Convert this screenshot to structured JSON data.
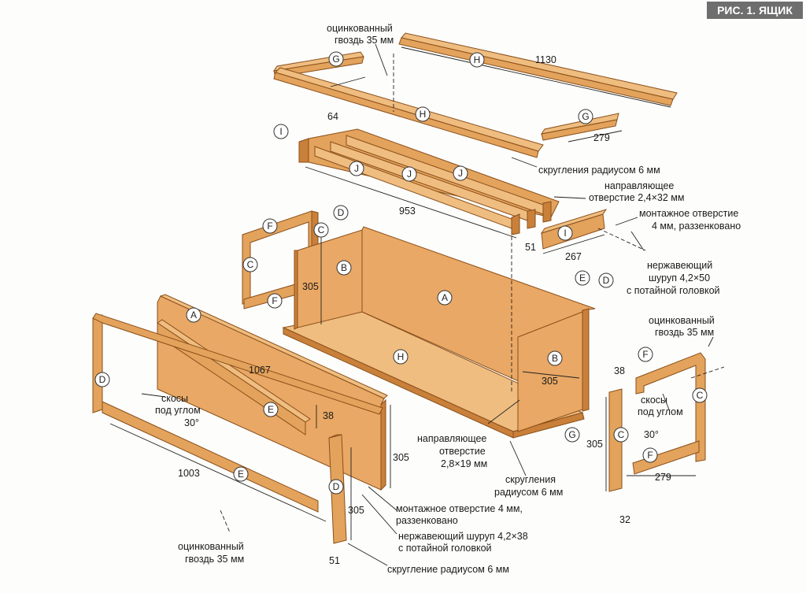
{
  "figure_title": "РИС. 1. ЯЩИК",
  "parts": {
    "A": "A",
    "B": "B",
    "C": "C",
    "D": "D",
    "E": "E",
    "F": "F",
    "G": "G",
    "H": "H",
    "I": "I",
    "J": "J"
  },
  "dimensions": {
    "d1130": "1130",
    "d64": "64",
    "d279_top": "279",
    "d953": "953",
    "d51_top": "51",
    "d267": "267",
    "d305_back": "305",
    "d305_side": "305",
    "d1067": "1067",
    "d38_front": "38",
    "d305_front": "305",
    "d305_leg": "305",
    "d1003": "1003",
    "d51_bottom": "51",
    "d38_right": "38",
    "d305_right": "305",
    "d279_right": "279",
    "d32": "32"
  },
  "labels": {
    "nail_top_1": "оцинкованный",
    "nail_top_2": "гвоздь 35 мм",
    "round_top": "скругления радиусом 6 мм",
    "pilot_top_1": "направляющее",
    "pilot_top_2": "отверстие 2,4×32 мм",
    "mount_top_1": "монтажное отверстие",
    "mount_top_2": "4 мм, раззенковано",
    "screw_top_1": "нержавеющий",
    "screw_top_2": "шуруп 4,2×50",
    "screw_top_3": "с потайной головкой",
    "nail_right_1": "оцинкованный",
    "nail_right_2": "гвоздь 35 мм",
    "bevel_left_1": "скосы",
    "bevel_left_2": "под углом",
    "bevel_left_3": "30°",
    "bevel_right_1": "скосы",
    "bevel_right_2": "под углом",
    "bevel_right_3": "30°",
    "pilot_bottom_1": "направляющее",
    "pilot_bottom_2": "отверстие",
    "pilot_bottom_3": "2,8×19 мм",
    "round_bottom_1": "скругления",
    "round_bottom_2": "радиусом 6 мм",
    "mount_bottom_1": "монтажное отверстие 4 мм,",
    "mount_bottom_2": "раззенковано",
    "screw_bottom_1": "нержавеющий шуруп 4,2×38",
    "screw_bottom_2": "с потайной головкой",
    "round_single": "скругление радиусом 6 мм",
    "nail_bottom_1": "оцинкованный",
    "nail_bottom_2": "гвоздь 35 мм"
  },
  "colors": {
    "wood": "#e3a35c",
    "wood_light": "#efbd80",
    "wood_dark": "#c9803a",
    "title_bg": "#6e6e6e"
  }
}
